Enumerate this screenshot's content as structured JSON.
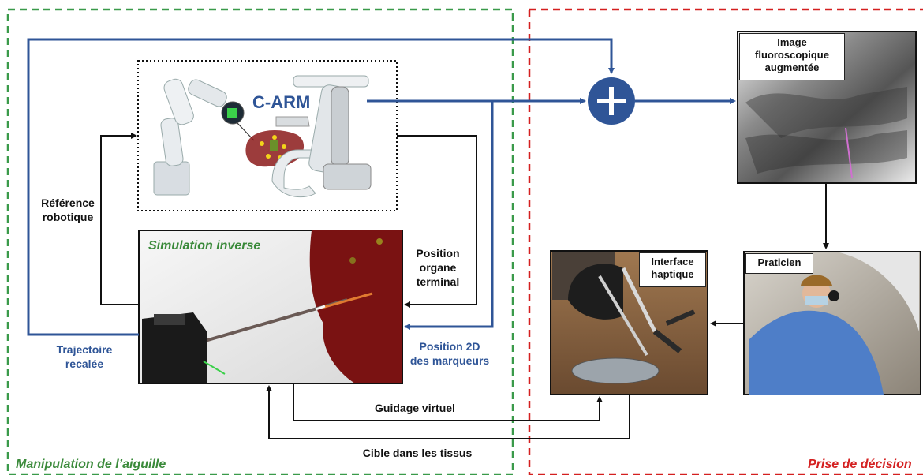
{
  "sections": {
    "left_title": "Manipulation de l’aiguille",
    "right_title": "Prise de décision"
  },
  "labels": {
    "carm": "C-ARM",
    "simulation": "Simulation inverse",
    "reference": "Référence\nrobotique",
    "position_organe": "Position\norgane\nterminal",
    "trajectoire": "Trajectoire\nrecalée",
    "position_2d": "Position 2D\ndes marqueurs",
    "guidage": "Guidage virtuel",
    "cible": "Cible dans les tissus",
    "image": "Image\nfluoroscopique\naugmentée",
    "praticien": "Praticien",
    "interface": "Interface\nhaptique"
  },
  "colors": {
    "blue": "#2f5597",
    "green": "#3a9a4a",
    "red": "#d42020",
    "organ": "#8b1a1a"
  }
}
